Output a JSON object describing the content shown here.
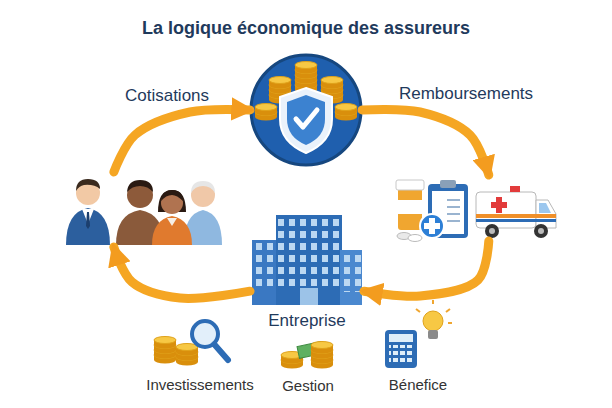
{
  "diagram": {
    "title": "La logique économique des assureurs",
    "nodes": [
      {
        "text": []
      },
      {
        "text": []
      },
      {
        "text": []
      },
      {
        "text": [
          "Entreprise"
        ]
      }
    ],
    "edges": [
      {
        "from": 0,
        "to": 1,
        "label": "Cotisations",
        "arrow": "to"
      },
      {
        "from": 1,
        "to": 2,
        "label": "Remboursements",
        "arrow": "to"
      },
      {
        "from": 2,
        "to": 3,
        "arrow": "to"
      },
      {
        "from": 3,
        "to": 0,
        "arrow": "to"
      }
    ],
    "labels": [
      "Investissements",
      "Gestion",
      "Bénefice"
    ]
  }
}
